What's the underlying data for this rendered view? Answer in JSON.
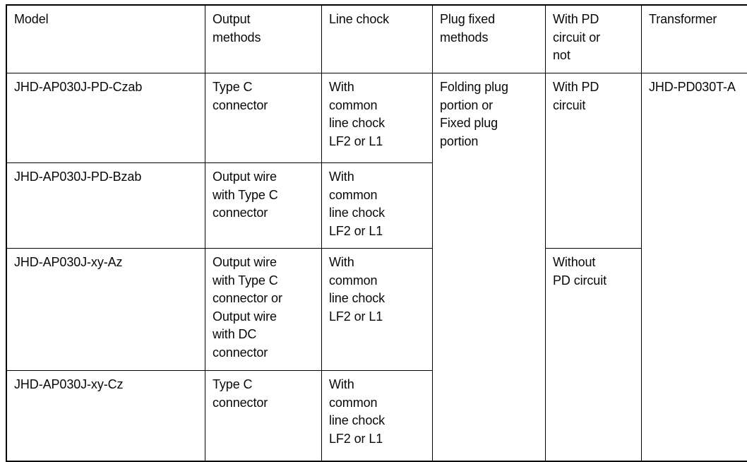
{
  "document": {
    "type": "specification-table",
    "text_color": "#080808",
    "border_color": "#000000",
    "background": "#ffffff"
  },
  "table": {
    "headers": [
      "Model",
      "Output\nmethods",
      "Line chock",
      "Plug fixed\nmethods",
      "With PD\ncircuit or\nnot",
      "Transformer"
    ],
    "rows": [
      {
        "model": "JHD-AP030J-PD-Czab",
        "output_methods": "Type C\nconnector",
        "line_chock": "With\ncommon\nline chock\nLF2 or L1"
      },
      {
        "model": "JHD-AP030J-PD-Bzab",
        "output_methods": "Output wire\nwith Type C\nconnector",
        "line_chock": "With\ncommon\nline chock\nLF2 or L1"
      },
      {
        "model": "JHD-AP030J-xy-Az",
        "output_methods": "Output wire\nwith Type C\nconnector or\nOutput wire\nwith DC\nconnector",
        "line_chock": "With\ncommon\nline chock\nLF2 or L1"
      },
      {
        "model": "JHD-AP030J-xy-Cz",
        "output_methods": "Type C\nconnector",
        "line_chock": "With\ncommon\nline chock\nLF2 or L1"
      }
    ],
    "merged_cells": {
      "plug_fixed_methods": "Folding plug\nportion or\nFixed plug\nportion",
      "pd_circuit_top": "With PD\ncircuit",
      "pd_circuit_bottom": "Without\nPD circuit",
      "transformer": "JHD-PD030T-A"
    }
  }
}
